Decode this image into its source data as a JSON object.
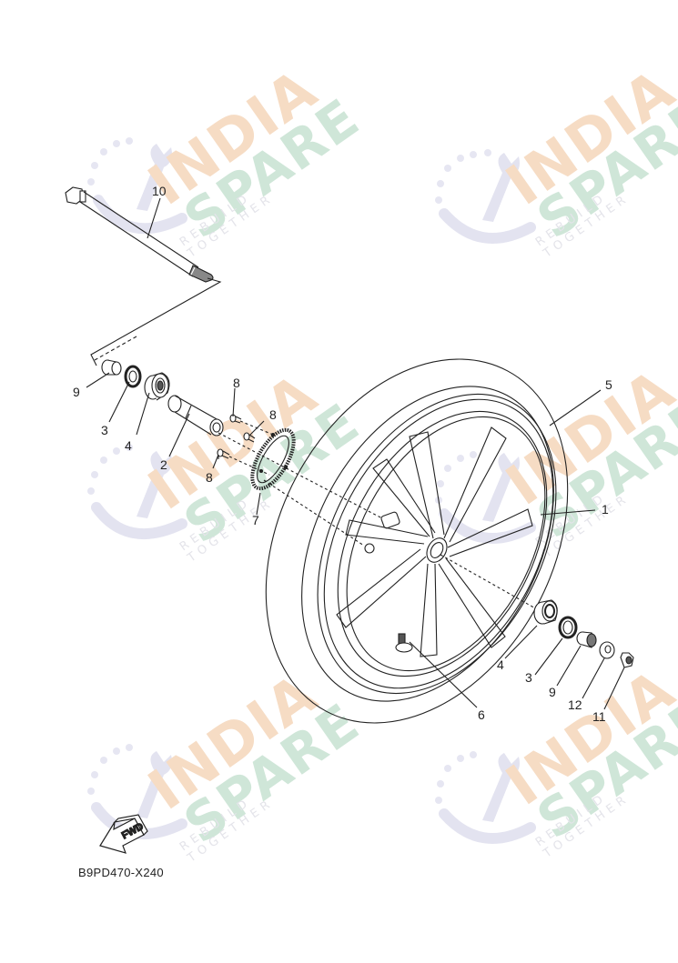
{
  "diagram": {
    "type": "exploded-parts-view",
    "subject": "Front wheel assembly",
    "drawing_code": "B9PD470-X240",
    "direction_indicator": "FWD",
    "colors": {
      "line": "#222222",
      "watermark_india": "#f6dcc4",
      "watermark_spare": "#cfe6d8",
      "watermark_icon": "#e3e3f0"
    }
  },
  "watermarks": [
    {
      "line1": "INDIA",
      "line2": "SPARE",
      "tagline": "REBUILD TOGETHER"
    },
    {
      "line1": "INDIA",
      "line2": "SPARE",
      "tagline": "REBUILD TOGETHER"
    },
    {
      "line1": "INDIA",
      "line2": "SPARE",
      "tagline": "REBUILD TOGETHER"
    },
    {
      "line1": "INDIA",
      "line2": "SPARE",
      "tagline": "REBUILD TOGETHER"
    },
    {
      "line1": "INDIA",
      "line2": "SPARE",
      "tagline": "REBUILD TOGETHER"
    },
    {
      "line1": "INDIA",
      "line2": "SPARE",
      "tagline": "REBUILD TOGETHER"
    }
  ],
  "callouts": [
    {
      "id": "c10",
      "label": "10",
      "part": "wheel axle"
    },
    {
      "id": "c9a",
      "label": "9",
      "part": "collar (left)"
    },
    {
      "id": "c3a",
      "label": "3",
      "part": "oil seal (left)"
    },
    {
      "id": "c4a",
      "label": "4",
      "part": "bearing (left)"
    },
    {
      "id": "c2",
      "label": "2",
      "part": "spacer / hub collar"
    },
    {
      "id": "c8a",
      "label": "8",
      "part": "screw (upper)"
    },
    {
      "id": "c8b",
      "label": "8",
      "part": "screw (middle)"
    },
    {
      "id": "c8c",
      "label": "8",
      "part": "screw (lower)"
    },
    {
      "id": "c7",
      "label": "7",
      "part": "sensor rotor"
    },
    {
      "id": "c5",
      "label": "5",
      "part": "tire"
    },
    {
      "id": "c1",
      "label": "1",
      "part": "cast wheel"
    },
    {
      "id": "c6",
      "label": "6",
      "part": "valve"
    },
    {
      "id": "c4b",
      "label": "4",
      "part": "bearing (right)"
    },
    {
      "id": "c3b",
      "label": "3",
      "part": "oil seal (right)"
    },
    {
      "id": "c9b",
      "label": "9",
      "part": "collar (right)"
    },
    {
      "id": "c12",
      "label": "12",
      "part": "washer"
    },
    {
      "id": "c11",
      "label": "11",
      "part": "nut"
    }
  ]
}
